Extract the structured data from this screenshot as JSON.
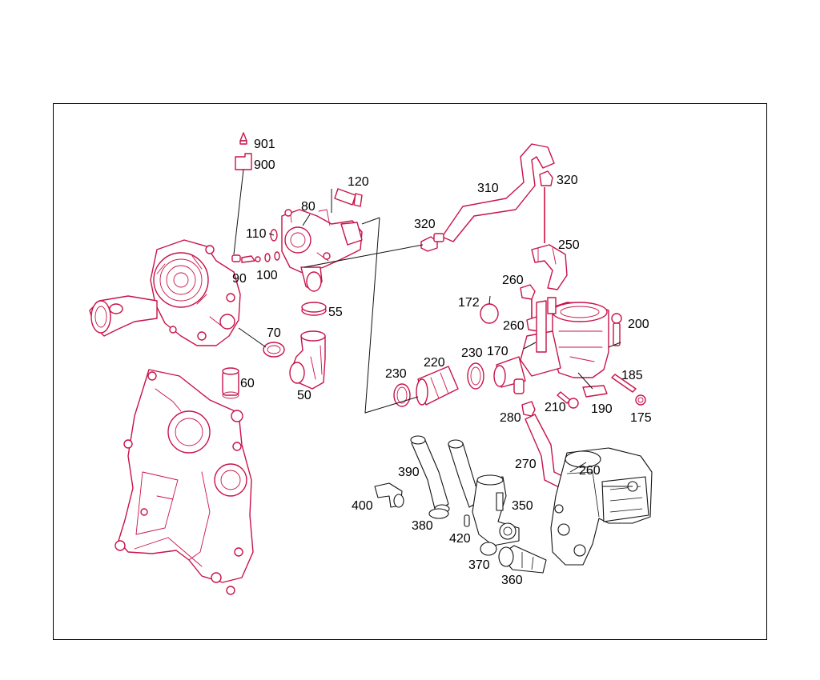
{
  "colors": {
    "part": "#c8124a",
    "accent": "#d0103f",
    "line": "#111111"
  },
  "callouts": {
    "c901": "901",
    "c900": "900",
    "c120": "120",
    "c80": "80",
    "c110": "110",
    "c90": "90",
    "c100": "100",
    "c310": "310",
    "c320a": "320",
    "c320b": "320",
    "c250": "250",
    "c260a": "260",
    "c172": "172",
    "c260b": "260",
    "c200": "200",
    "c55": "55",
    "c70": "70",
    "c60": "60",
    "c50": "50",
    "c220": "220",
    "c230a": "230",
    "c170": "170",
    "c230b": "230",
    "c185": "185",
    "c210": "210",
    "c190": "190",
    "c175": "175",
    "c280": "280",
    "c390": "390",
    "c270": "270",
    "c260c": "260",
    "c400": "400",
    "c350": "350",
    "c380": "380",
    "c420": "420",
    "c370": "370",
    "c360": "360"
  }
}
